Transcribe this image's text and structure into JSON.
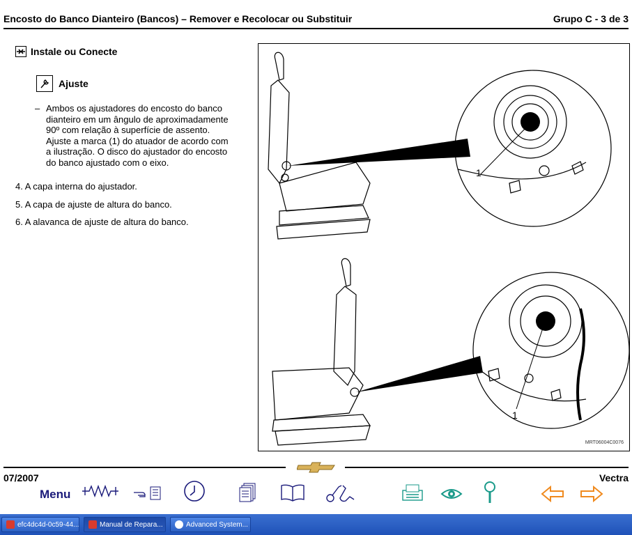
{
  "header": {
    "title": "Encosto do Banco Dianteiro (Bancos) – Remover e Recolocar ou Substituir",
    "group": "Grupo C - 3 de 3"
  },
  "content": {
    "section_instale": "Instale ou Conecte",
    "section_ajuste": "Ajuste",
    "paragraph_lines": [
      "Ambos os ajustadores do encosto do banco",
      "dianteiro em um ângulo de aproximadamente",
      "90º com relação à superfície de assento.",
      "Ajuste a marca (1) do atuador de acordo com",
      "a ilustração. O disco do ajustador do encosto",
      "do banco ajustado com o eixo."
    ],
    "list_items": [
      "4. A capa interna do ajustador.",
      "5. A capa de ajuste de altura do banco.",
      "6. A alavanca de ajuste de altura do banco."
    ]
  },
  "figure": {
    "callout_top": "1",
    "callout_bottom": "1",
    "code": "MRT06004C0076"
  },
  "footer": {
    "date": "07/2007",
    "model": "Vectra",
    "menu_label": "Menu"
  },
  "taskbar": {
    "items": [
      {
        "label": "efc4dc4d-0c59-44...",
        "icon": "pdf-icon"
      },
      {
        "label": "Manual de Repara...",
        "icon": "pdf-icon"
      },
      {
        "label": "Advanced System...",
        "icon": "app-icon"
      }
    ]
  },
  "colors": {
    "toolbar_blue": "#1a1a7a",
    "arrow_orange": "#f08a1e",
    "eye_teal": "#1a9a8a",
    "logo_gold": "#d9b25a",
    "taskbar_blue": "#2458c0"
  }
}
